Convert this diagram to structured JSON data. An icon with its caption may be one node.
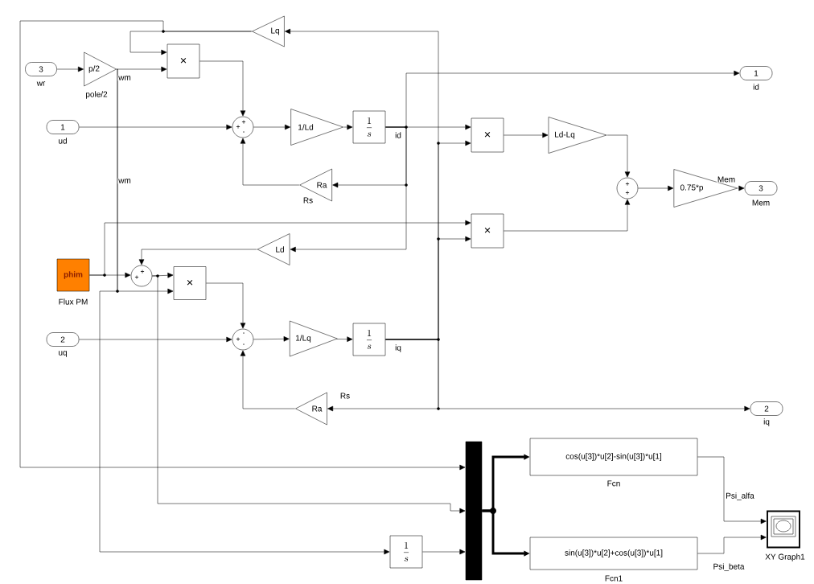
{
  "diagram": {
    "nodes": [
      {
        "text": [
          "3"
        ],
        "beside": [
          "wr"
        ]
      },
      {
        "text": [
          "p/2"
        ],
        "beside": [
          "pole/2"
        ]
      },
      {
        "text": [
          "×"
        ]
      },
      {
        "text": [
          "Lq"
        ]
      },
      {
        "text": [
          "1"
        ],
        "beside": [
          "ud"
        ]
      },
      {
        "text": [
          "+",
          "+",
          "-"
        ]
      },
      {
        "text": [
          "1/Ld"
        ]
      },
      {
        "text": [
          "\\frac{1}{s}"
        ]
      },
      {
        "text": [
          "1"
        ],
        "beside": [
          "id"
        ]
      },
      {
        "text": [
          "×"
        ]
      },
      {
        "text": [
          "Ld-Lq"
        ]
      },
      {
        "text": [
          "+",
          "+"
        ]
      },
      {
        "text": [
          "0.75*p"
        ]
      },
      {
        "text": [
          "3"
        ],
        "beside": [
          "Mem"
        ]
      },
      {
        "text": [
          "Ra"
        ],
        "beside": [
          "Rs"
        ]
      },
      {
        "text": [
          "×"
        ]
      },
      {
        "text": [
          "Ld"
        ]
      },
      {
        "text": [
          "phim"
        ],
        "beside": [
          "Flux PM"
        ]
      },
      {
        "text": [
          "+",
          "+"
        ]
      },
      {
        "text": [
          "×"
        ]
      },
      {
        "text": [
          "2"
        ],
        "beside": [
          "uq"
        ]
      },
      {
        "text": [
          "-",
          "+",
          "-"
        ]
      },
      {
        "text": [
          "1/Lq"
        ]
      },
      {
        "text": [
          "\\frac{1}{s}"
        ]
      },
      {
        "text": [
          "Ra"
        ],
        "beside": [
          "Rs"
        ]
      },
      {
        "text": [
          "2"
        ],
        "beside": [
          "iq"
        ]
      },
      {
        "text": [],
        "shape": "bar"
      },
      {
        "text": [
          "cos(u[3])*u[2]-sin(u[3])*u[1]"
        ],
        "beside": [
          "Fcn"
        ]
      },
      {
        "text": [
          "sin(u[3])*u[2]+cos(u[3])*u[1]"
        ],
        "beside": [
          "Fcn1"
        ]
      },
      {
        "text": [],
        "shape": "box",
        "beside": [
          "XY Graph1"
        ]
      },
      {
        "text": [
          "\\frac{1}{s}"
        ]
      }
    ],
    "edges": [
      {
        "from": 0,
        "to": 1,
        "arrow": "to"
      },
      {
        "from": 1,
        "to": 2,
        "arrow": "to",
        "label": "wm"
      },
      {
        "from": 1,
        "to": 19,
        "arrow": "to",
        "label": "wm"
      },
      {
        "from": 1,
        "to": 30,
        "arrow": "to"
      },
      {
        "from": 3,
        "to": 2,
        "arrow": "to"
      },
      {
        "from": 3,
        "to": 26,
        "arrow": "to"
      },
      {
        "from": 2,
        "to": 5,
        "arrow": "to"
      },
      {
        "from": 4,
        "to": 5,
        "arrow": "to"
      },
      {
        "from": 5,
        "to": 6,
        "arrow": "to"
      },
      {
        "from": 6,
        "to": 7,
        "arrow": "to"
      },
      {
        "from": 7,
        "to": 8,
        "arrow": "to"
      },
      {
        "from": 7,
        "to": 9,
        "arrow": "to"
      },
      {
        "from": 7,
        "to": 14,
        "arrow": "to"
      },
      {
        "from": 7,
        "to": 16,
        "arrow": "to"
      },
      {
        "from": 14,
        "to": 5,
        "arrow": "to"
      },
      {
        "from": 9,
        "to": 10,
        "arrow": "to"
      },
      {
        "from": 10,
        "to": 11,
        "arrow": "to"
      },
      {
        "from": 11,
        "to": 12,
        "arrow": "to"
      },
      {
        "from": 12,
        "to": 13,
        "arrow": "to",
        "label": "Mem"
      },
      {
        "from": 15,
        "to": 11,
        "arrow": "to"
      },
      {
        "from": 16,
        "to": 18,
        "arrow": "to"
      },
      {
        "from": 17,
        "to": 18,
        "arrow": "to"
      },
      {
        "from": 17,
        "to": 15,
        "arrow": "to"
      },
      {
        "from": 18,
        "to": 19,
        "arrow": "to"
      },
      {
        "from": 18,
        "to": 26,
        "arrow": "to"
      },
      {
        "from": 19,
        "to": 21,
        "arrow": "to"
      },
      {
        "from": 20,
        "to": 21,
        "arrow": "to"
      },
      {
        "from": 21,
        "to": 22,
        "arrow": "to"
      },
      {
        "from": 22,
        "to": 23,
        "arrow": "to"
      },
      {
        "from": 23,
        "to": 3,
        "arrow": "to"
      },
      {
        "from": 23,
        "to": 9,
        "arrow": "to"
      },
      {
        "from": 23,
        "to": 15,
        "arrow": "to"
      },
      {
        "from": 23,
        "to": 24,
        "arrow": "to"
      },
      {
        "from": 23,
        "to": 25,
        "arrow": "to"
      },
      {
        "from": 24,
        "to": 21,
        "arrow": "to"
      },
      {
        "from": 30,
        "to": 26,
        "arrow": "to"
      },
      {
        "from": 26,
        "to": 27,
        "arrow": "to",
        "style": "thick"
      },
      {
        "from": 26,
        "to": 28,
        "arrow": "to",
        "style": "thick"
      },
      {
        "from": 27,
        "to": 29,
        "arrow": "to",
        "label": "Psi_alfa"
      },
      {
        "from": 28,
        "to": 29,
        "arrow": "to",
        "label": "Psi_beta"
      }
    ],
    "labels": [
      "id",
      "iq"
    ]
  }
}
